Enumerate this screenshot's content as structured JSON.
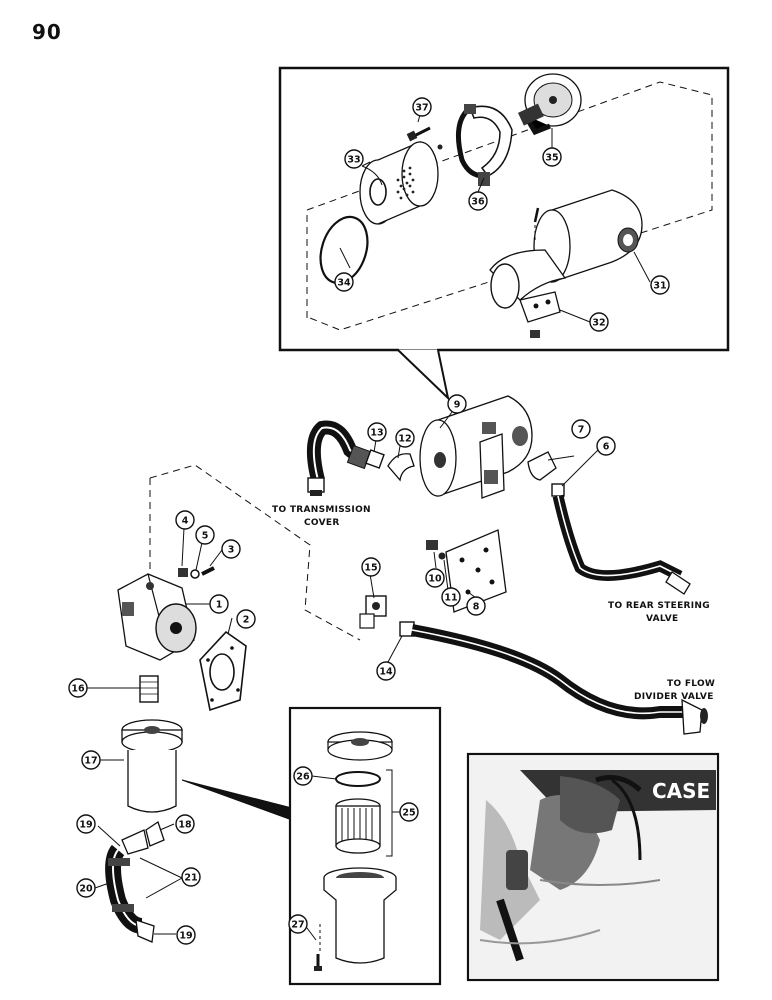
{
  "page": {
    "number": "90"
  },
  "labels": {
    "to_transmission_1": "TO TRANSMISSION",
    "to_transmission_2": "COVER",
    "to_rear_steering_1": "TO REAR STEERING",
    "to_rear_steering_2": "VALVE",
    "to_flow_divider_1": "TO FLOW",
    "to_flow_divider_2": "DIVIDER VALVE",
    "inset_brand": "CASE"
  },
  "callouts": [
    "1",
    "2",
    "3",
    "4",
    "5",
    "6",
    "7",
    "8",
    "9",
    "10",
    "11",
    "12",
    "13",
    "14",
    "15",
    "16",
    "17",
    "18",
    "19",
    "19",
    "20",
    "21",
    "25",
    "26",
    "27",
    "31",
    "32",
    "33",
    "34",
    "35",
    "36",
    "37"
  ]
}
